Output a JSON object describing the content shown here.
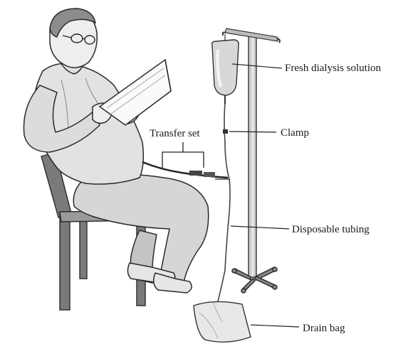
{
  "labels": {
    "fresh_solution": "Fresh dialysis solution",
    "clamp": "Clamp",
    "transfer_set": "Transfer set",
    "tubing": "Disposable tubing",
    "drain_bag": "Drain bag"
  }
}
